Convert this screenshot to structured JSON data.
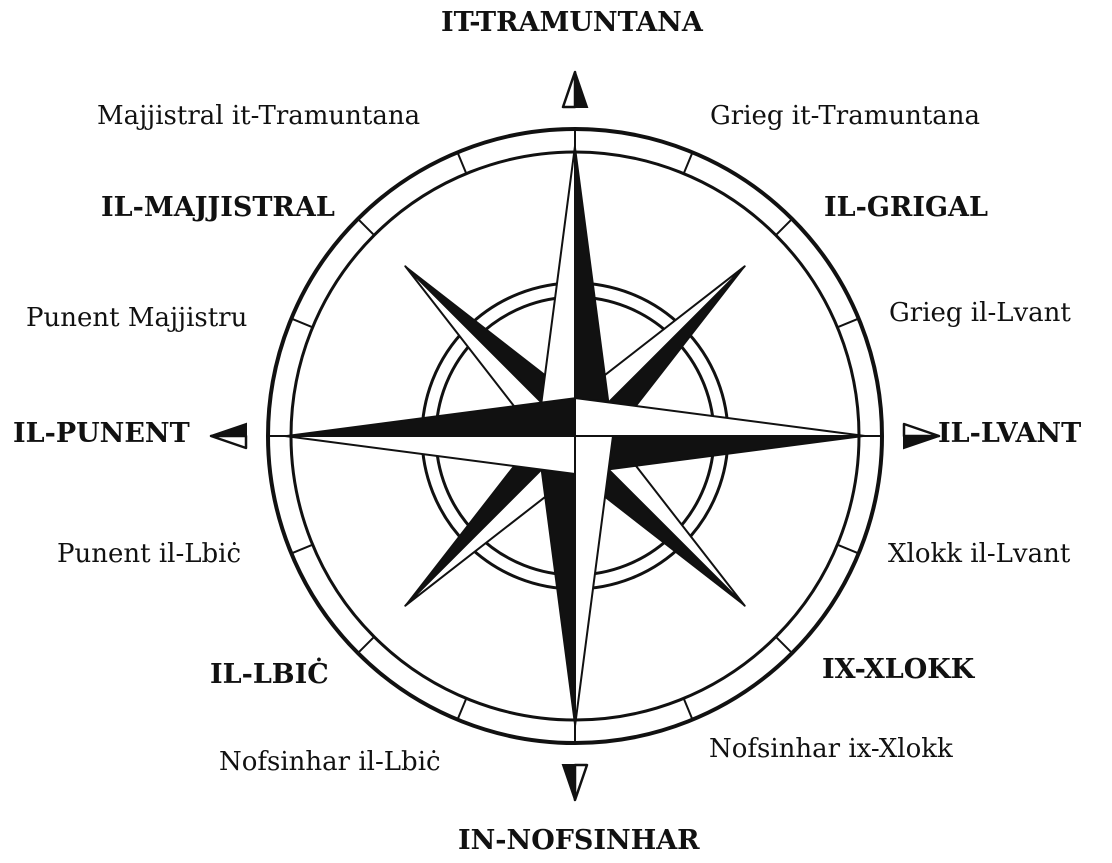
{
  "labels": {
    "n": "IT-TRAMUNTANA",
    "nnw": "Majjistral it-Tramuntana",
    "nne": "Grieg it-Tramuntana",
    "nw": "IL-MAJJISTRAL",
    "ne": "IL-GRIGAL",
    "wnw": "Punent Majjistru",
    "ene": "Grieg il-Lvant",
    "w": "IL-PUNENT",
    "e": "IL-LVANT",
    "wsw": "Punent il-Lbiċ",
    "ese": "Xlokk il-Lvant",
    "sw": "IL-LBIĊ",
    "se": "IX-XLOKK",
    "ssw": "Nofsinhar il-Lbiċ",
    "sse": "Nofsinhar ix-Xlokk",
    "s": "IN-NOFSINHAR"
  },
  "colors": {
    "ink": "#111111",
    "paper": "#ffffff"
  }
}
